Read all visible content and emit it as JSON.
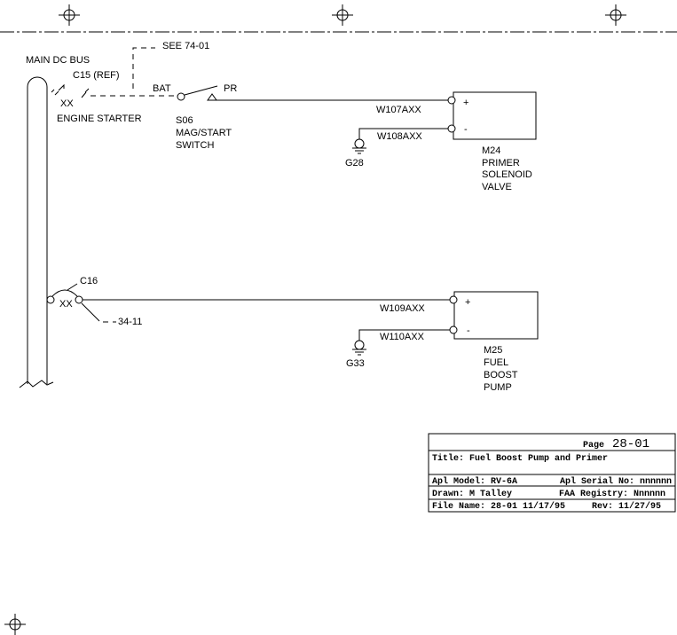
{
  "bus": {
    "label": "MAIN DC BUS"
  },
  "breaker_c15": {
    "label": "C15 (REF)",
    "rating": "XX",
    "name": "ENGINE STARTER"
  },
  "ref_see": {
    "label": "SEE 74-01"
  },
  "switch_s06": {
    "id": "S06",
    "name_line1": "MAG/START",
    "name_line2": "SWITCH",
    "terminal_bat": "BAT",
    "terminal_pr": "PR"
  },
  "wires": {
    "w107": "W107AXX",
    "w108": "W108AXX",
    "w109": "W109AXX",
    "w110": "W110AXX"
  },
  "grounds": {
    "g28": "G28",
    "g33": "G33"
  },
  "m24": {
    "id": "M24",
    "line1": "PRIMER",
    "line2": "SOLENOID",
    "line3": "VALVE",
    "plus": "+",
    "minus": "-"
  },
  "breaker_c16": {
    "label": "C16",
    "rating": "XX",
    "ref": "34-11"
  },
  "m25": {
    "id": "M25",
    "line1": "FUEL",
    "line2": "BOOST",
    "line3": "PUMP",
    "plus": "+",
    "minus": "-"
  },
  "title_block": {
    "page_label": "Page",
    "page_number": "28-01",
    "title": "Title: Fuel Boost Pump and Primer",
    "model": "Apl Model: RV-6A",
    "serial": "Apl Serial No: nnnnnn",
    "drawn": "Drawn: M Talley",
    "registry": "FAA Registry: Nnnnnn",
    "file": "File Name: 28-01 11/17/95",
    "rev": "Rev: 11/27/95"
  }
}
